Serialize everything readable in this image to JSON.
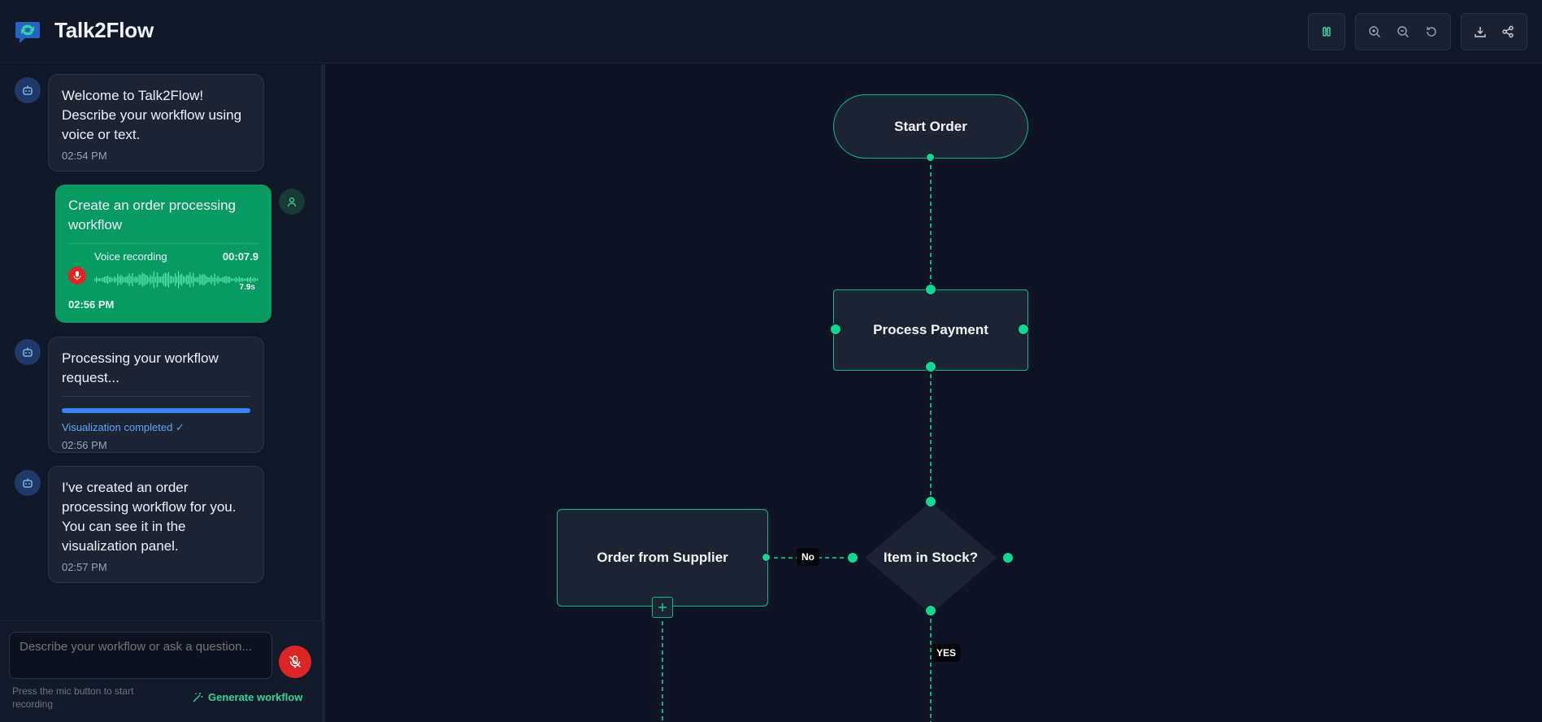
{
  "app": {
    "title": "Talk2Flow"
  },
  "toolbar": {
    "icons": [
      "pause-icon",
      "zoom-in-icon",
      "zoom-out-icon",
      "reset-icon",
      "download-icon",
      "share-icon"
    ]
  },
  "chat": {
    "messages": [
      {
        "role": "bot",
        "text": "Welcome to Talk2Flow! Describe your workflow using voice or text.",
        "time": "02:54 PM"
      },
      {
        "role": "user",
        "text": "Create an order processing workflow",
        "time": "02:56 PM",
        "voice": {
          "label": "Voice recording",
          "duration": "00:07.9",
          "length": "7.9s"
        }
      },
      {
        "role": "bot",
        "text": "Processing your workflow request...",
        "status": "Visualization completed ✓",
        "progress": 1.0,
        "time": "02:56 PM"
      },
      {
        "role": "bot",
        "text": "I've created an order processing workflow for you. You can see it in the visualization panel.",
        "time": "02:57 PM"
      }
    ]
  },
  "composer": {
    "placeholder": "Describe your workflow or ask a question...",
    "hint": "Press the mic button to start recording",
    "generate_label": "Generate workflow"
  },
  "flow": {
    "nodes": {
      "start": "Start Order",
      "payment": "Process Payment",
      "stock": "Item in Stock?",
      "supplier": "Order from Supplier"
    },
    "edges": {
      "no": "No",
      "yes": "YES"
    }
  },
  "colors": {
    "accent": "#10b981",
    "user_bubble": "#079a62",
    "record": "#dc2626",
    "progress": "#3b82f6"
  }
}
